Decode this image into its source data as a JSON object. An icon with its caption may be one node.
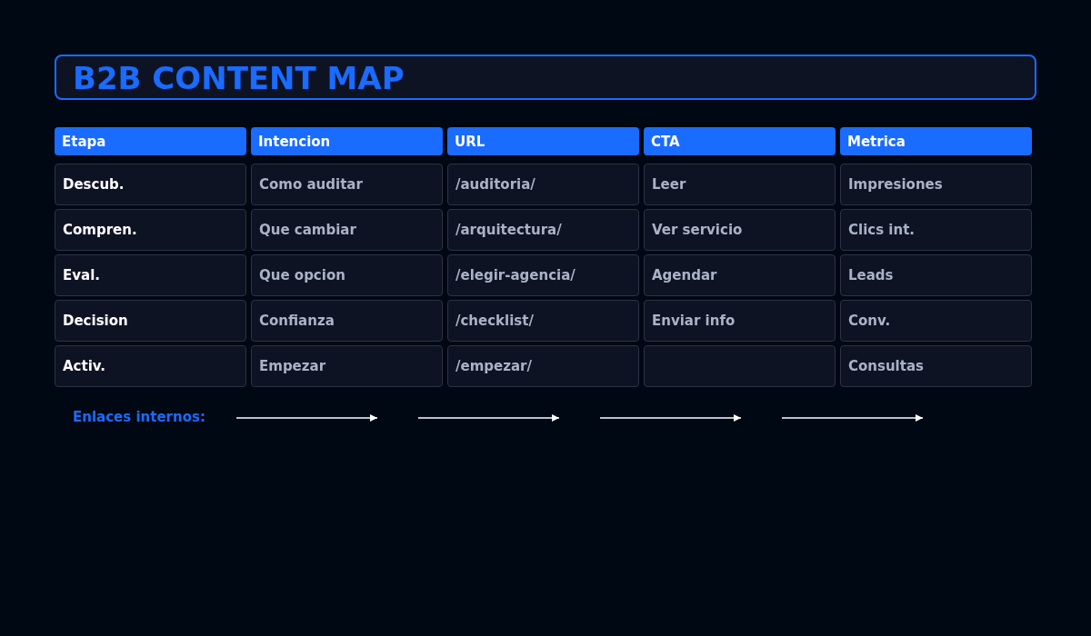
{
  "diagram": {
    "title": "B2B CONTENT MAP",
    "labels": [
      "Etapa",
      "Intencion",
      "URL",
      "CTA",
      "Metrica",
      "Descub.",
      "Como auditar",
      "/auditoria/",
      "Leer",
      "Impresiones",
      "Compren.",
      "Que cambiar",
      "/arquitectura/",
      "Ver servicio",
      "Clics int.",
      "Eval.",
      "Que opcion",
      "/elegir-agencia/",
      "Agendar",
      "Leads",
      "Decision",
      "Confianza",
      "/checklist/",
      "Enviar info",
      "Conv.",
      "Activ.",
      "Empezar",
      "/empezar/",
      "Consultas",
      "Enlaces internos:"
    ]
  }
}
